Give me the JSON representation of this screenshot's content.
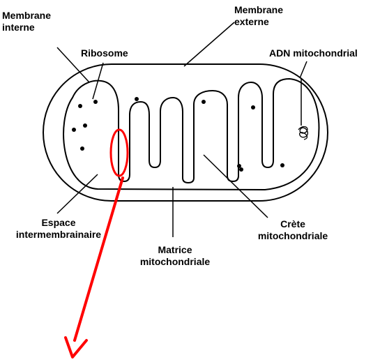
{
  "labels": {
    "membrane_interne": [
      "Membrane",
      "interne"
    ],
    "membrane_externe": [
      "Membrane",
      "externe"
    ],
    "ribosome": "Ribosome",
    "adn": "ADN mitochondrial",
    "espace": [
      "Espace",
      "intermembrainaire"
    ],
    "matrice": [
      "Matrice",
      "mitochondriale"
    ],
    "crete": [
      "Crète",
      "mitochondriale"
    ]
  },
  "colors": {
    "outline": "#000000",
    "highlight": "#ff0000",
    "background": "#ffffff"
  }
}
